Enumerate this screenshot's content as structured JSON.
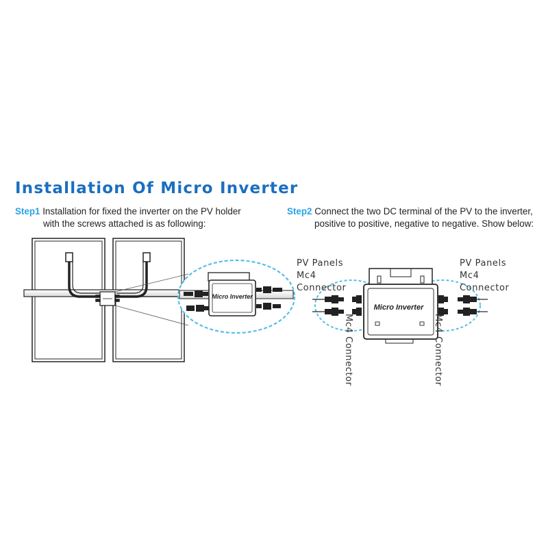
{
  "title": "Installation Of Micro Inverter",
  "colors": {
    "title": "#1a6fc0",
    "step_number": "#2aa3e6",
    "circle": "#55bfe6",
    "line": "#222222"
  },
  "step1": {
    "number": "Step1",
    "line1": "Installation for fixed the inverter on the PV holder",
    "line2": "with the screws attached is as following:",
    "inverter_label": "Micro Inverter"
  },
  "step2": {
    "number": "Step2",
    "line1": "Connect the two DC terminal of the PV to the inverter,",
    "line2": "positive to positive, negative to negative. Show below:",
    "inverter_label": "Micro Inverter",
    "left_labels": [
      "PV Panels",
      "Mc4",
      "Connector"
    ],
    "right_labels": [
      "PV Panels",
      "Mc4",
      "Connector"
    ],
    "left_vertical": "Mc4 Connector",
    "right_vertical": "Mc4 Connector"
  }
}
